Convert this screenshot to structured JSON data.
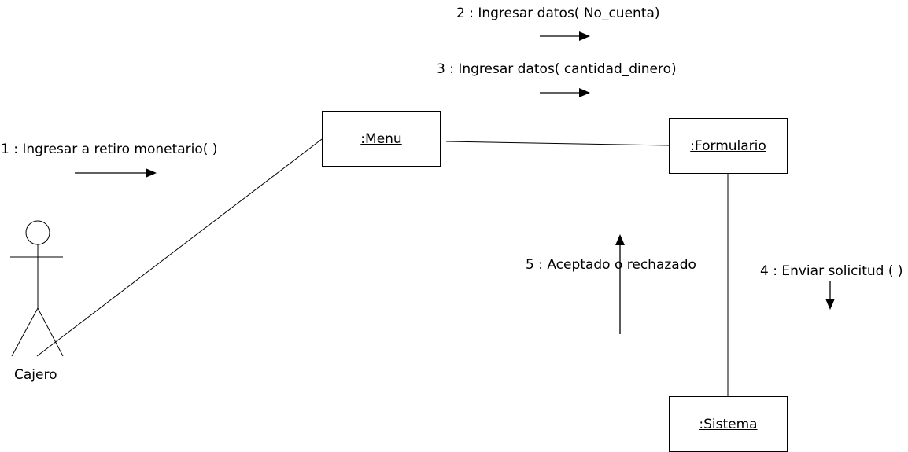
{
  "actor": {
    "name": "Cajero"
  },
  "objects": {
    "menu": ":Menu",
    "formulario": ":Formulario",
    "sistema": ":Sistema"
  },
  "messages": {
    "m1": "1 : Ingresar a retiro monetario( )",
    "m2": "2 : Ingresar datos( No_cuenta)",
    "m3": "3 : Ingresar datos( cantidad_dinero)",
    "m4": "4 : Enviar solicitud ( )",
    "m5": "5 : Aceptado o rechazado"
  }
}
